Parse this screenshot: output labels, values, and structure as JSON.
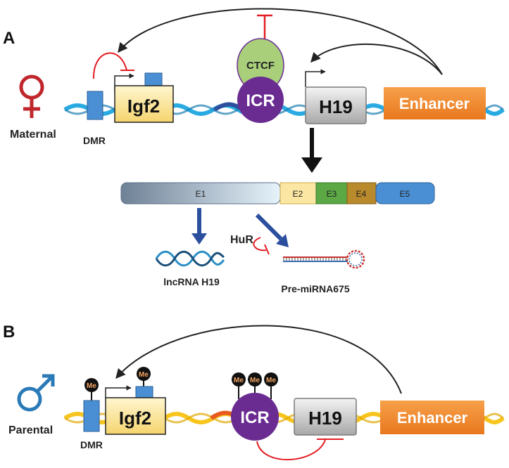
{
  "panel_a": {
    "letter": "A",
    "sex_label": "Maternal",
    "dmr_label": "DMR",
    "igf2_label": "Igf2",
    "ctcf_label": "CTCF",
    "icr_label": "ICR",
    "h19_label": "H19",
    "enhancer_label": "Enhancer",
    "exons": [
      "E1",
      "E2",
      "E3",
      "E4",
      "E5"
    ],
    "hur_label": "HuR",
    "lncrna_label": "lncRNA H19",
    "mirna_label": "Pre-miRNA675"
  },
  "panel_b": {
    "letter": "B",
    "sex_label": "Parental",
    "dmr_label": "DMR",
    "igf2_label": "Igf2",
    "icr_label": "ICR",
    "h19_label": "H19",
    "enhancer_label": "Enhancer",
    "me_label": "Me"
  },
  "colors": {
    "maternal_symbol": "#c0272d",
    "paternal_symbol": "#2a7ab8",
    "dna_a": "#29abe2",
    "dna_b": "#f7c51e",
    "dmr": "#4a8fd4",
    "igf2_box": "#fbe7a3",
    "ctcf": "#a9cf7b",
    "icr": "#6a2c91",
    "enhancer": "#f08a2c",
    "inhibition": "#e31e24",
    "arrow_blue": "#2b4f9e"
  }
}
